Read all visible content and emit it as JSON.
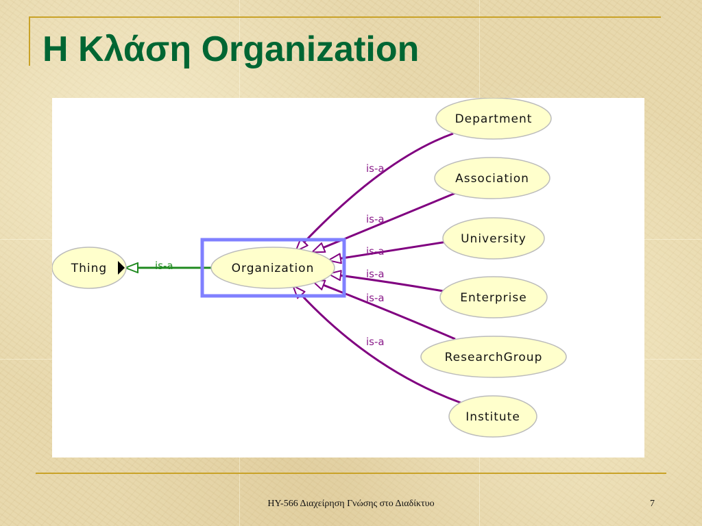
{
  "slide": {
    "title": "Η Κλάση Organization",
    "footer": "ΗΥ-566 Διαχείρηση Γνώσης στο Διαδίκτυο",
    "page_number": "7"
  },
  "diagram": {
    "edge_label": "is-a",
    "root": "Thing",
    "selected": "Organization",
    "subclasses": [
      "Department",
      "Association",
      "University",
      "Enterprise",
      "ResearchGroup",
      "Institute"
    ]
  },
  "colors": {
    "title": "#006633",
    "accent_rule": "#c9a227",
    "subclass_edge": "#800080",
    "root_edge": "#1f8a1f",
    "selection_box": "#8080ff",
    "node_fill": "#ffffcc"
  }
}
